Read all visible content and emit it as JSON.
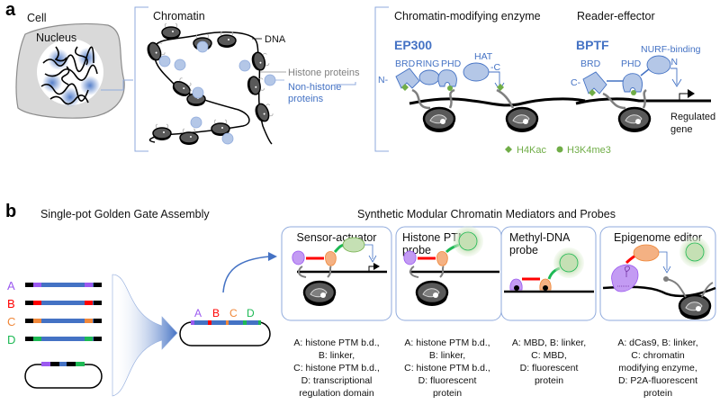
{
  "panel_a": {
    "letter": "a",
    "cell_label": "Cell",
    "nucleus_label": "Nucleus",
    "chromatin": {
      "title": "Chromatin",
      "dna_label": "DNA",
      "histone_label": "Histone proteins",
      "nonhistone_label_line1": "Non-histone",
      "nonhistone_label_line2": "proteins"
    },
    "enzyme": {
      "title": "Chromatin-modifying enzyme",
      "protein_name": "EP300",
      "domains": [
        "BRD",
        "RING",
        "PHD",
        "HAT"
      ],
      "n_term": "N-",
      "c_term": "-C"
    },
    "reader": {
      "title": "Reader-effector",
      "protein_name": "BPTF",
      "domains": [
        "BRD",
        "PHD",
        "NURF-binding"
      ],
      "c_term": "C-",
      "n_term": "-N",
      "gene_label_line1": "Regulated",
      "gene_label_line2": "gene"
    },
    "legend": [
      {
        "symbol": "diamond",
        "label": "H4Kac",
        "color": "#70ad47"
      },
      {
        "symbol": "circle",
        "label": "H3K4me3",
        "color": "#70ad47"
      }
    ]
  },
  "panel_b": {
    "letter": "b",
    "assembly_title": "Single-pot Golden Gate Assembly",
    "parts": [
      {
        "label": "A",
        "color": "#9b59f0"
      },
      {
        "label": "B",
        "color": "#ff0000"
      },
      {
        "label": "C",
        "color": "#f0883a"
      },
      {
        "label": "D",
        "color": "#1db954"
      }
    ],
    "mediators_title": "Synthetic Modular Chromatin Mediators and Probes",
    "boxes": [
      {
        "title_line1": "Sensor-actuator",
        "title_line2": "",
        "caption": [
          "A: histone PTM b.d.,",
          "B: linker,",
          "C: histone PTM b.d.,",
          "D: transcriptional",
          "regulation domain"
        ]
      },
      {
        "title_line1": "Histone PTM",
        "title_line2": "probe",
        "caption": [
          "A: histone PTM b.d.,",
          "B: linker,",
          "C: histone PTM b.d.,",
          "D: fluorescent",
          "protein"
        ]
      },
      {
        "title_line1": "Methyl-DNA",
        "title_line2": "probe",
        "caption": [
          "A: MBD, B: linker,",
          "C: MBD,",
          "D: fluorescent",
          "protein"
        ]
      },
      {
        "title_line1": "Epigenome editor",
        "title_line2": "",
        "caption": [
          "A: dCas9, B: linker,",
          "C: chromatin",
          "modifying enzyme,",
          "D: P2A-fluorescent",
          "protein"
        ]
      }
    ]
  },
  "colors": {
    "accent_blue": "#4472c4",
    "protein_fill": "#b4c7e7",
    "histone_mark_green": "#70ad47",
    "box_border": "#8faadc"
  }
}
